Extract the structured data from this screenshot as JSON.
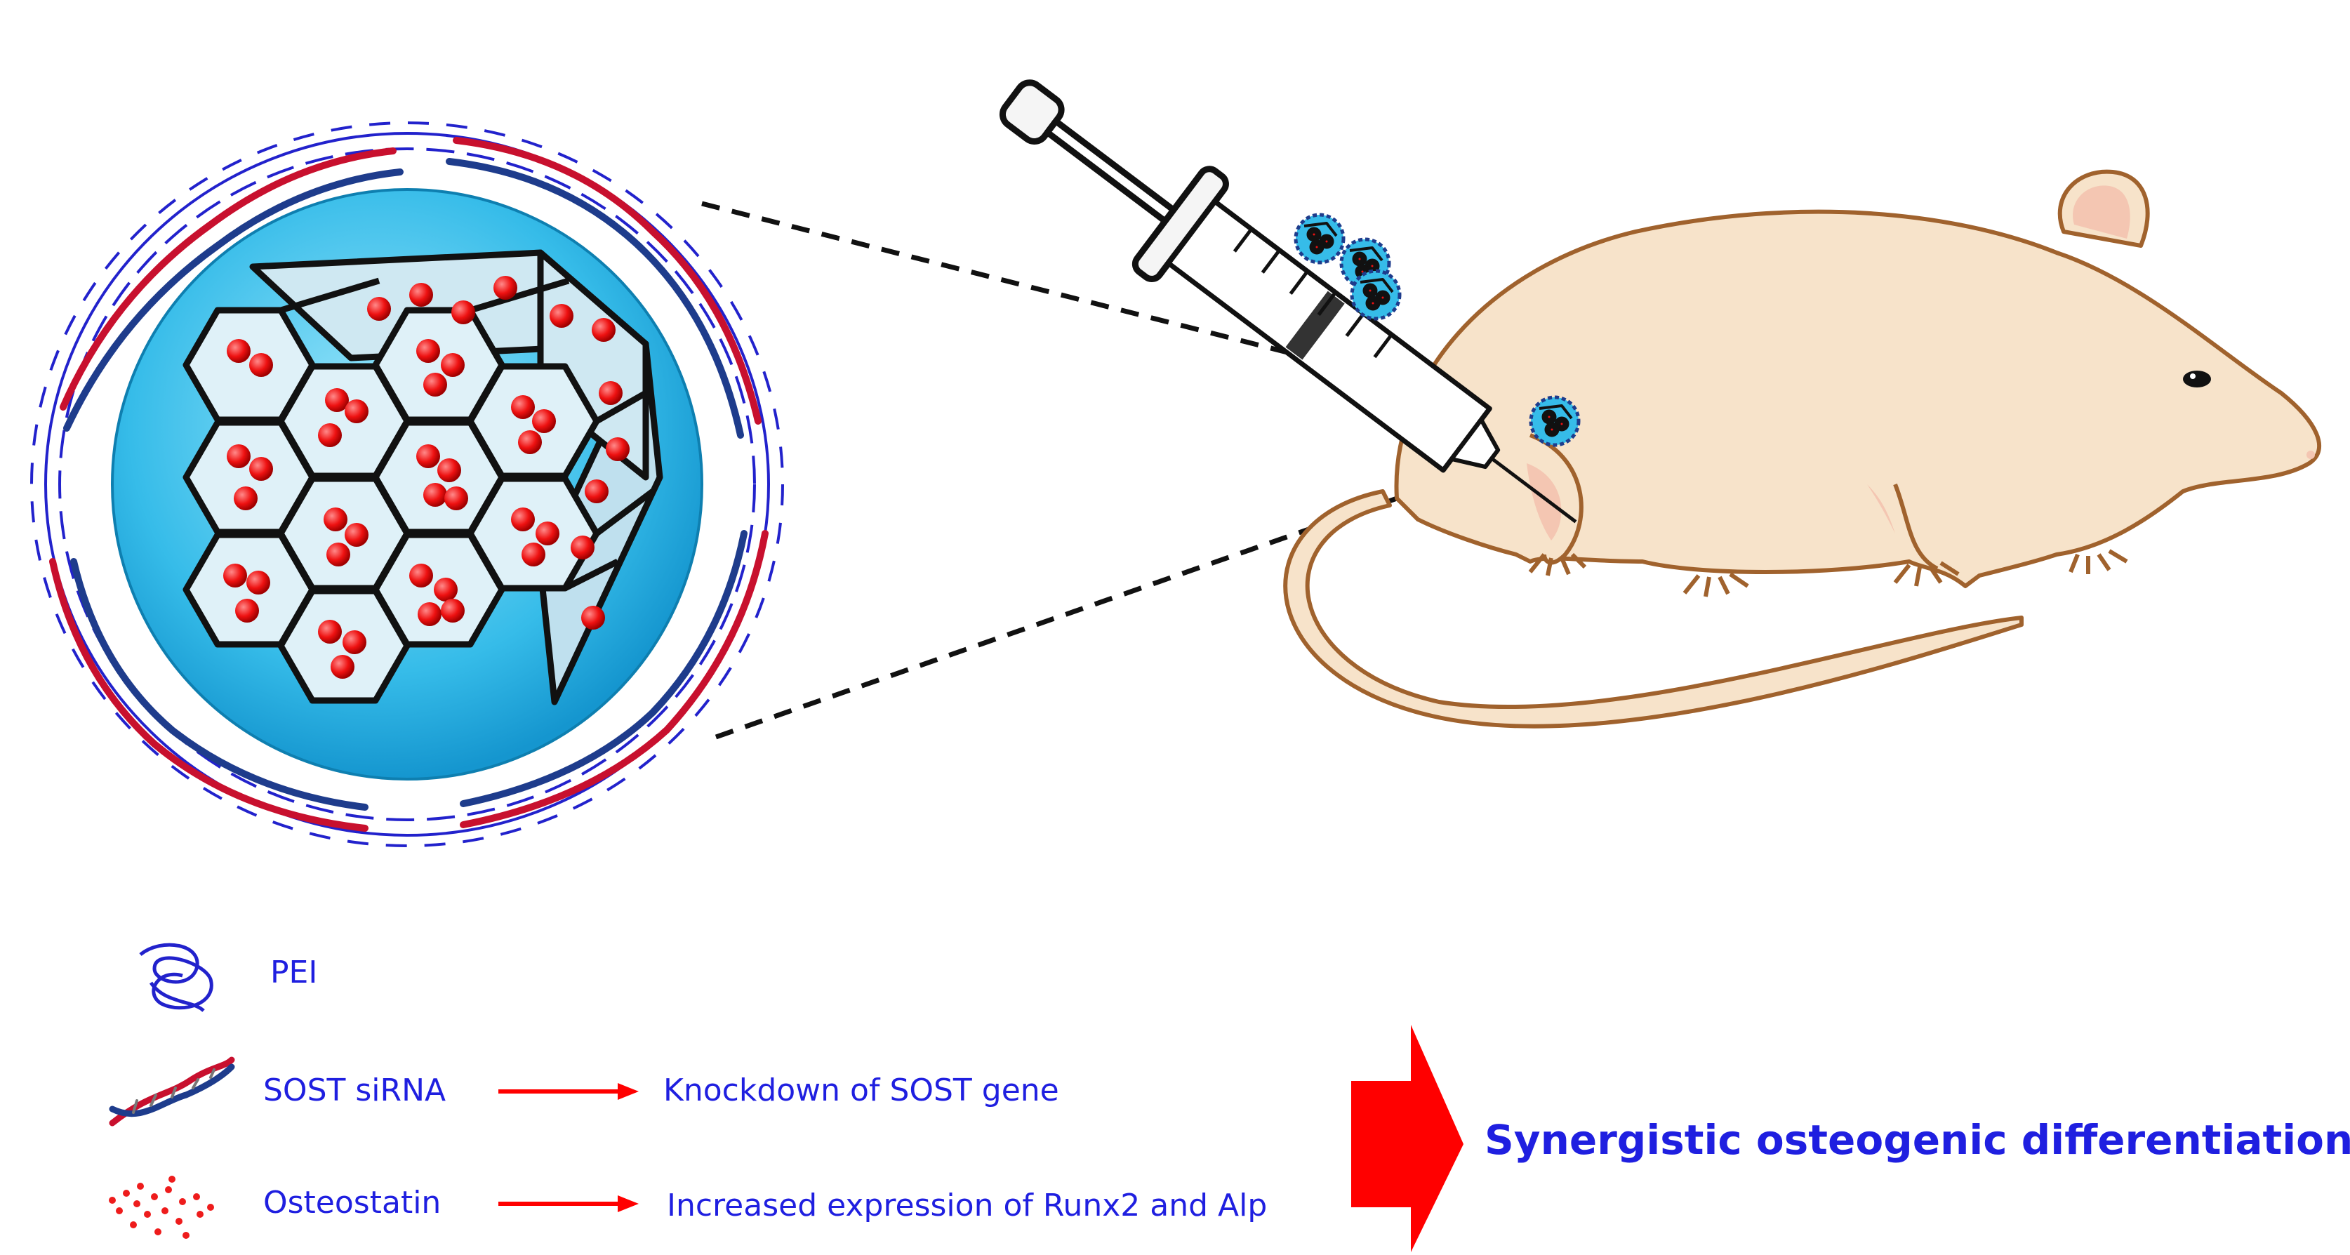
{
  "legend": {
    "pei_label": "PEI",
    "sirna_label": "SOST siRNA",
    "osteostatin_label": "Osteostatin",
    "sirna_effect": "Knockdown of SOST gene",
    "osteostatin_effect": "Increased expression of Runx2 and Alp",
    "outcome": "Synergistic osteogenic differentiation"
  },
  "colors": {
    "text": "#1f1fe0",
    "arrow": "#ff0000",
    "particle_core": "#4cc8f0",
    "osteostatin_dot": "#ee1c1c",
    "pei_coil": "#2222cc",
    "rna_strand_red": "#c8102e",
    "rna_strand_blue": "#1e3c8c",
    "rat_body": "#f7e3ca",
    "rat_outline": "#a0622d",
    "rat_pink": "#f4c6b2"
  },
  "icons": {
    "syringe": "syringe-icon",
    "rat": "rat-icon",
    "nanoparticle": "nanoparticle-icon",
    "pei": "pei-coil-icon",
    "sirna": "double-helix-icon",
    "osteostatin": "dot-cluster-icon"
  }
}
